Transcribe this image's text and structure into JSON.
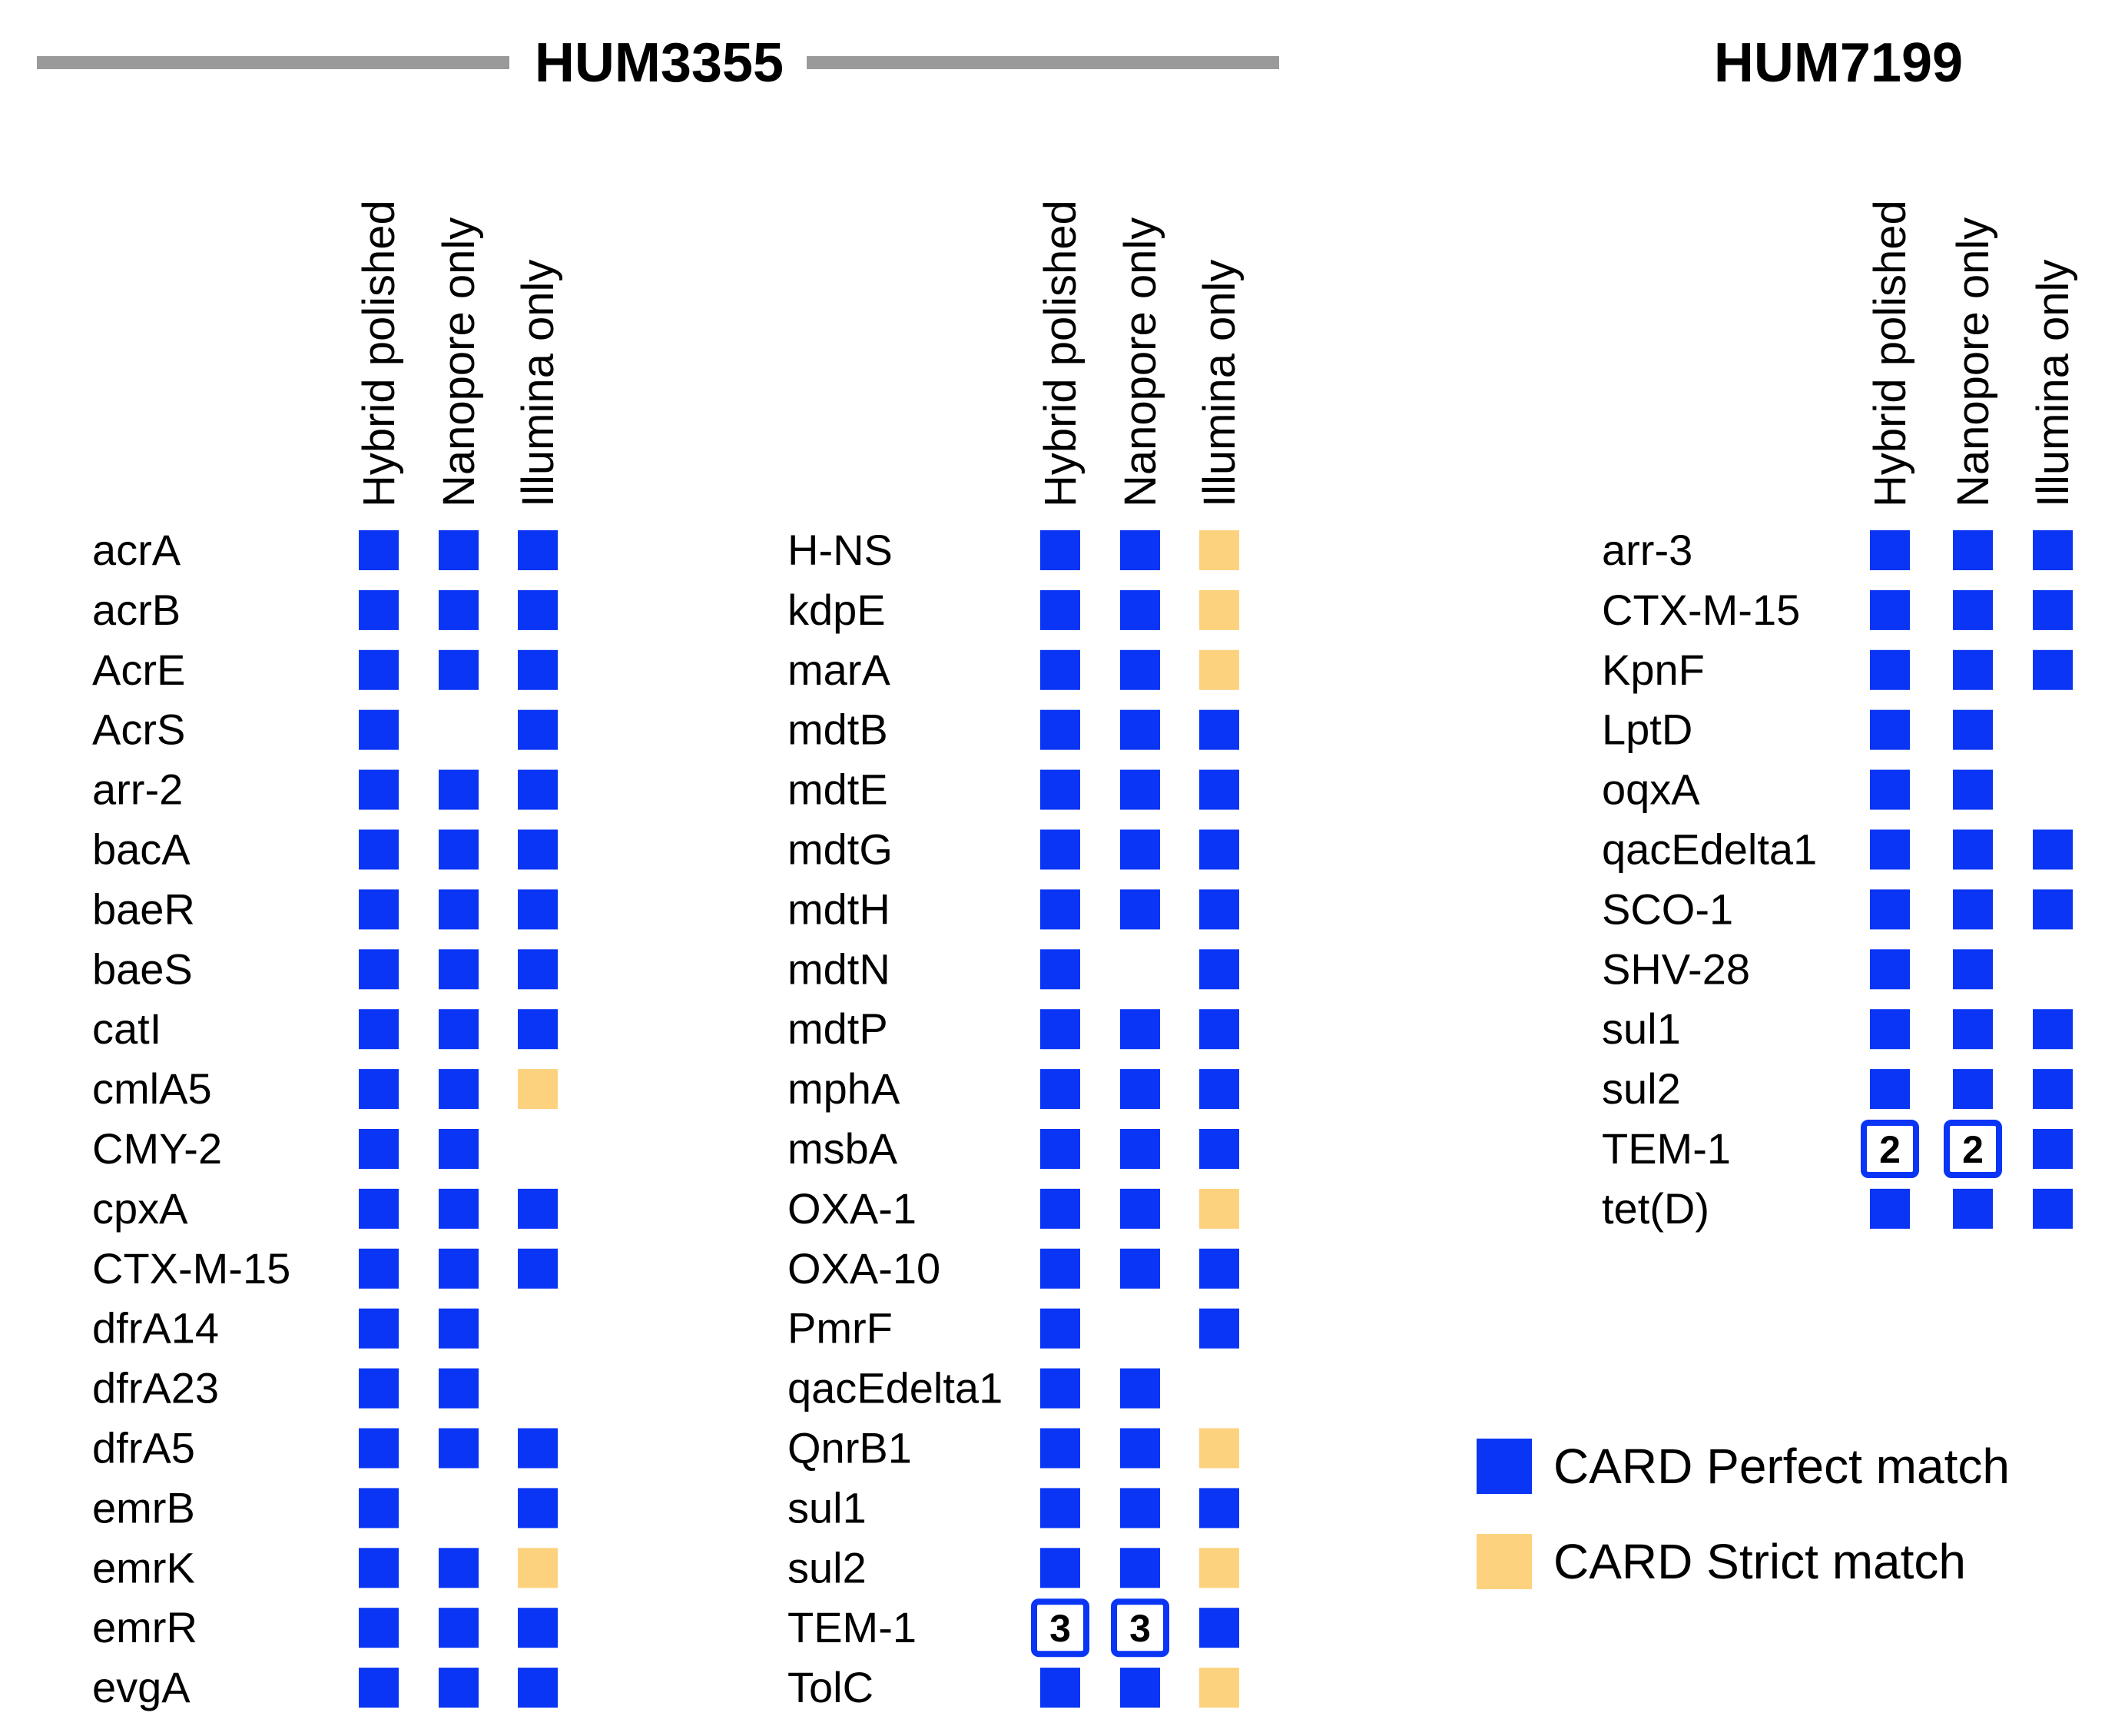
{
  "chart_data": {
    "type": "heatmap",
    "columns": [
      "Hybrid polished",
      "Nanopore only",
      "Illumina only"
    ],
    "colors": {
      "perfect": "#0a35f5",
      "strict": "#fdd27f",
      "title_bar": "#9a9a9a"
    },
    "legend": [
      {
        "key": "perfect",
        "label": "CARD Perfect match"
      },
      {
        "key": "strict",
        "label": "CARD Strict match"
      }
    ],
    "panels": [
      {
        "title": "HUM3355",
        "rows": [
          {
            "gene": "acrA",
            "values": [
              "P",
              "P",
              "P"
            ]
          },
          {
            "gene": "acrB",
            "values": [
              "P",
              "P",
              "P"
            ]
          },
          {
            "gene": "AcrE",
            "values": [
              "P",
              "P",
              "P"
            ]
          },
          {
            "gene": "AcrS",
            "values": [
              "P",
              "",
              "P"
            ]
          },
          {
            "gene": "arr-2",
            "values": [
              "P",
              "P",
              "P"
            ]
          },
          {
            "gene": "bacA",
            "values": [
              "P",
              "P",
              "P"
            ]
          },
          {
            "gene": "baeR",
            "values": [
              "P",
              "P",
              "P"
            ]
          },
          {
            "gene": "baeS",
            "values": [
              "P",
              "P",
              "P"
            ]
          },
          {
            "gene": "catI",
            "values": [
              "P",
              "P",
              "P"
            ]
          },
          {
            "gene": "cmlA5",
            "values": [
              "P",
              "P",
              "S"
            ]
          },
          {
            "gene": "CMY-2",
            "values": [
              "P",
              "P",
              ""
            ]
          },
          {
            "gene": "cpxA",
            "values": [
              "P",
              "P",
              "P"
            ]
          },
          {
            "gene": "CTX-M-15",
            "values": [
              "P",
              "P",
              "P"
            ]
          },
          {
            "gene": "dfrA14",
            "values": [
              "P",
              "P",
              ""
            ]
          },
          {
            "gene": "dfrA23",
            "values": [
              "P",
              "P",
              ""
            ]
          },
          {
            "gene": "dfrA5",
            "values": [
              "P",
              "P",
              "P"
            ]
          },
          {
            "gene": "emrB",
            "values": [
              "P",
              "",
              "P"
            ]
          },
          {
            "gene": "emrK",
            "values": [
              "P",
              "P",
              "S"
            ]
          },
          {
            "gene": "emrR",
            "values": [
              "P",
              "P",
              "P"
            ]
          },
          {
            "gene": "evgA",
            "values": [
              "P",
              "P",
              "P"
            ]
          }
        ]
      },
      {
        "title": "",
        "rows": [
          {
            "gene": "H-NS",
            "values": [
              "P",
              "P",
              "S"
            ]
          },
          {
            "gene": "kdpE",
            "values": [
              "P",
              "P",
              "S"
            ]
          },
          {
            "gene": "marA",
            "values": [
              "P",
              "P",
              "S"
            ]
          },
          {
            "gene": "mdtB",
            "values": [
              "P",
              "P",
              "P"
            ]
          },
          {
            "gene": "mdtE",
            "values": [
              "P",
              "P",
              "P"
            ]
          },
          {
            "gene": "mdtG",
            "values": [
              "P",
              "P",
              "P"
            ]
          },
          {
            "gene": "mdtH",
            "values": [
              "P",
              "P",
              "P"
            ]
          },
          {
            "gene": "mdtN",
            "values": [
              "P",
              "",
              "P"
            ]
          },
          {
            "gene": "mdtP",
            "values": [
              "P",
              "P",
              "P"
            ]
          },
          {
            "gene": "mphA",
            "values": [
              "P",
              "P",
              "P"
            ]
          },
          {
            "gene": "msbA",
            "values": [
              "P",
              "P",
              "P"
            ]
          },
          {
            "gene": "OXA-1",
            "values": [
              "P",
              "P",
              "S"
            ]
          },
          {
            "gene": "OXA-10",
            "values": [
              "P",
              "P",
              "P"
            ]
          },
          {
            "gene": "PmrF",
            "values": [
              "P",
              "",
              "P"
            ]
          },
          {
            "gene": "qacEdelta1",
            "values": [
              "P",
              "P",
              ""
            ]
          },
          {
            "gene": "QnrB1",
            "values": [
              "P",
              "P",
              "S"
            ]
          },
          {
            "gene": "sul1",
            "values": [
              "P",
              "P",
              "P"
            ]
          },
          {
            "gene": "sul2",
            "values": [
              "P",
              "P",
              "S"
            ]
          },
          {
            "gene": "TEM-1",
            "values": [
              "3",
              "3",
              "P"
            ]
          },
          {
            "gene": "TolC",
            "values": [
              "P",
              "P",
              "S"
            ]
          }
        ]
      },
      {
        "title": "HUM7199",
        "rows": [
          {
            "gene": "arr-3",
            "values": [
              "P",
              "P",
              "P"
            ]
          },
          {
            "gene": "CTX-M-15",
            "values": [
              "P",
              "P",
              "P"
            ]
          },
          {
            "gene": "KpnF",
            "values": [
              "P",
              "P",
              "P"
            ]
          },
          {
            "gene": "LptD",
            "values": [
              "P",
              "P",
              ""
            ]
          },
          {
            "gene": "oqxA",
            "values": [
              "P",
              "P",
              ""
            ]
          },
          {
            "gene": "qacEdelta1",
            "values": [
              "P",
              "P",
              "P"
            ]
          },
          {
            "gene": "SCO-1",
            "values": [
              "P",
              "P",
              "P"
            ]
          },
          {
            "gene": "SHV-28",
            "values": [
              "P",
              "P",
              ""
            ]
          },
          {
            "gene": "sul1",
            "values": [
              "P",
              "P",
              "P"
            ]
          },
          {
            "gene": "sul2",
            "values": [
              "P",
              "P",
              "P"
            ]
          },
          {
            "gene": "TEM-1",
            "values": [
              "2",
              "2",
              "P"
            ]
          },
          {
            "gene": "tet(D)",
            "values": [
              "P",
              "P",
              "P"
            ]
          }
        ]
      }
    ]
  }
}
